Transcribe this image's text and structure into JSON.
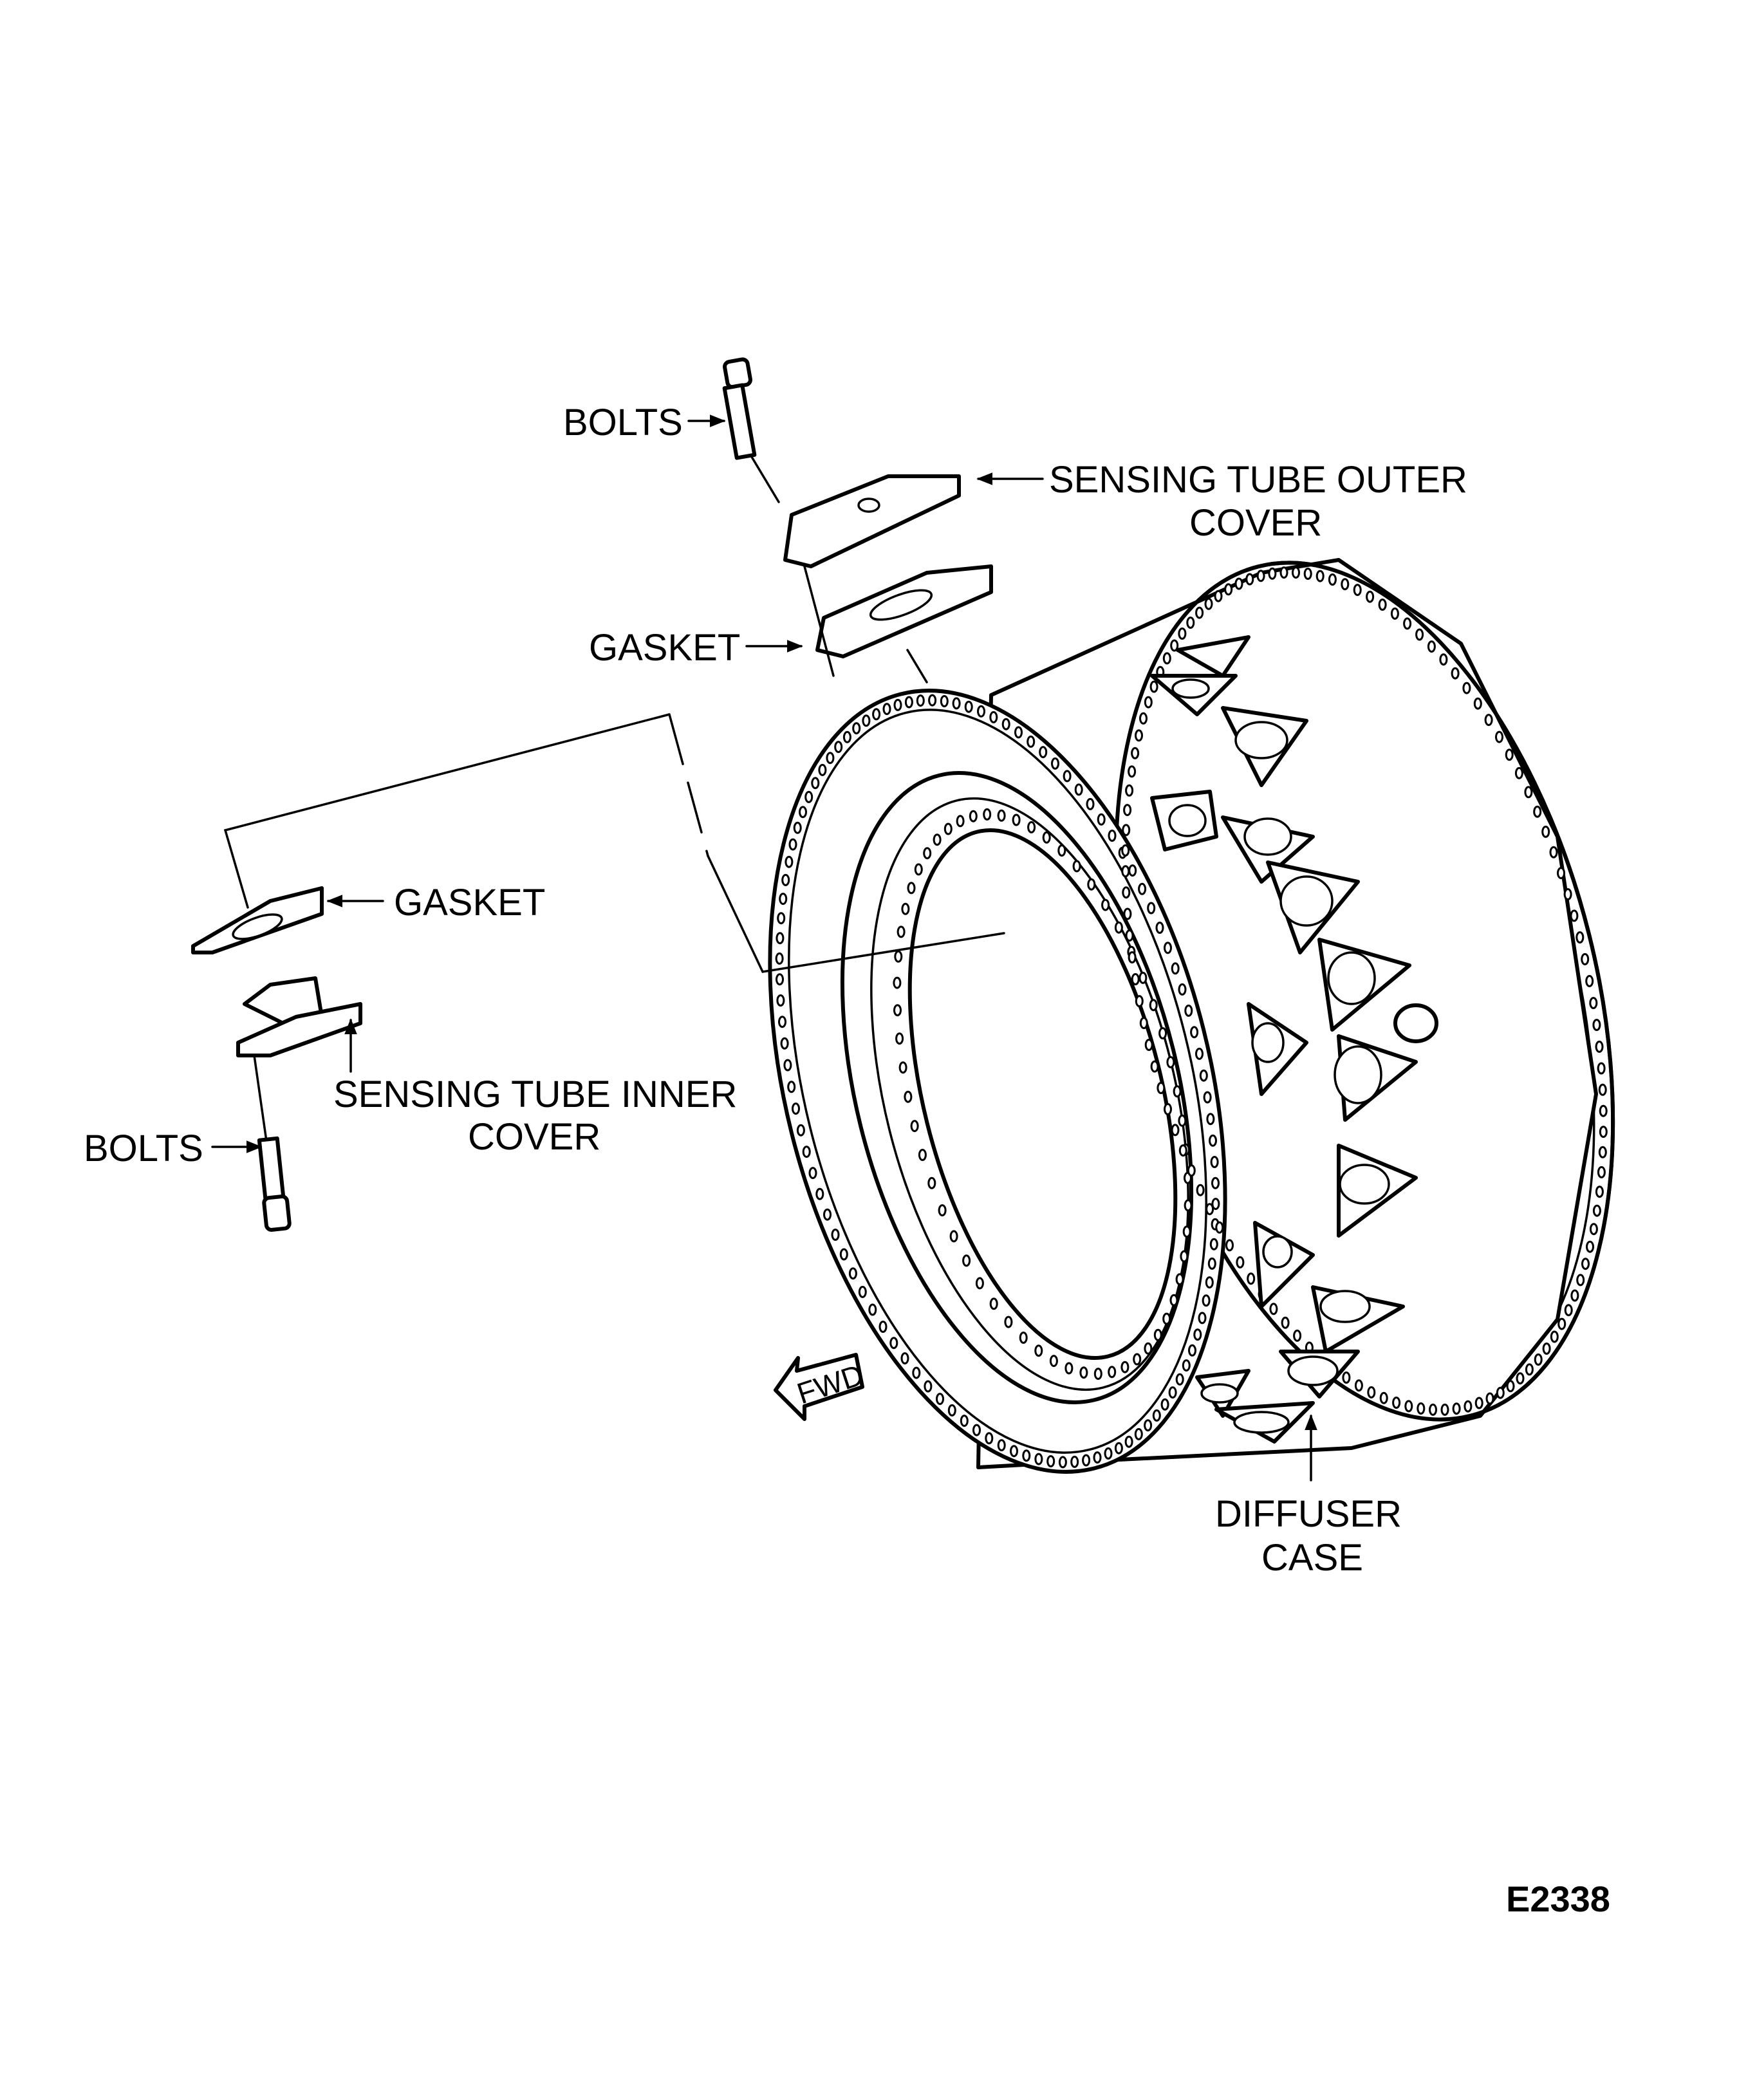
{
  "figure": {
    "id_label": "E2338",
    "subject": "Diffuser case sensing tube cover installation",
    "colors": {
      "ink": "#000000",
      "paper": "#ffffff"
    }
  },
  "labels": {
    "bolts_upper": "BOLTS",
    "outer_cover_line1": "SENSING TUBE OUTER",
    "outer_cover_line2": "COVER",
    "gasket_upper": "GASKET",
    "gasket_lower": "GASKET",
    "inner_cover_line1": "SENSING TUBE INNER",
    "inner_cover_line2": "COVER",
    "bolts_lower": "BOLTS",
    "diffuser_line1": "DIFFUSER",
    "diffuser_line2": "CASE",
    "direction": "FWD"
  }
}
